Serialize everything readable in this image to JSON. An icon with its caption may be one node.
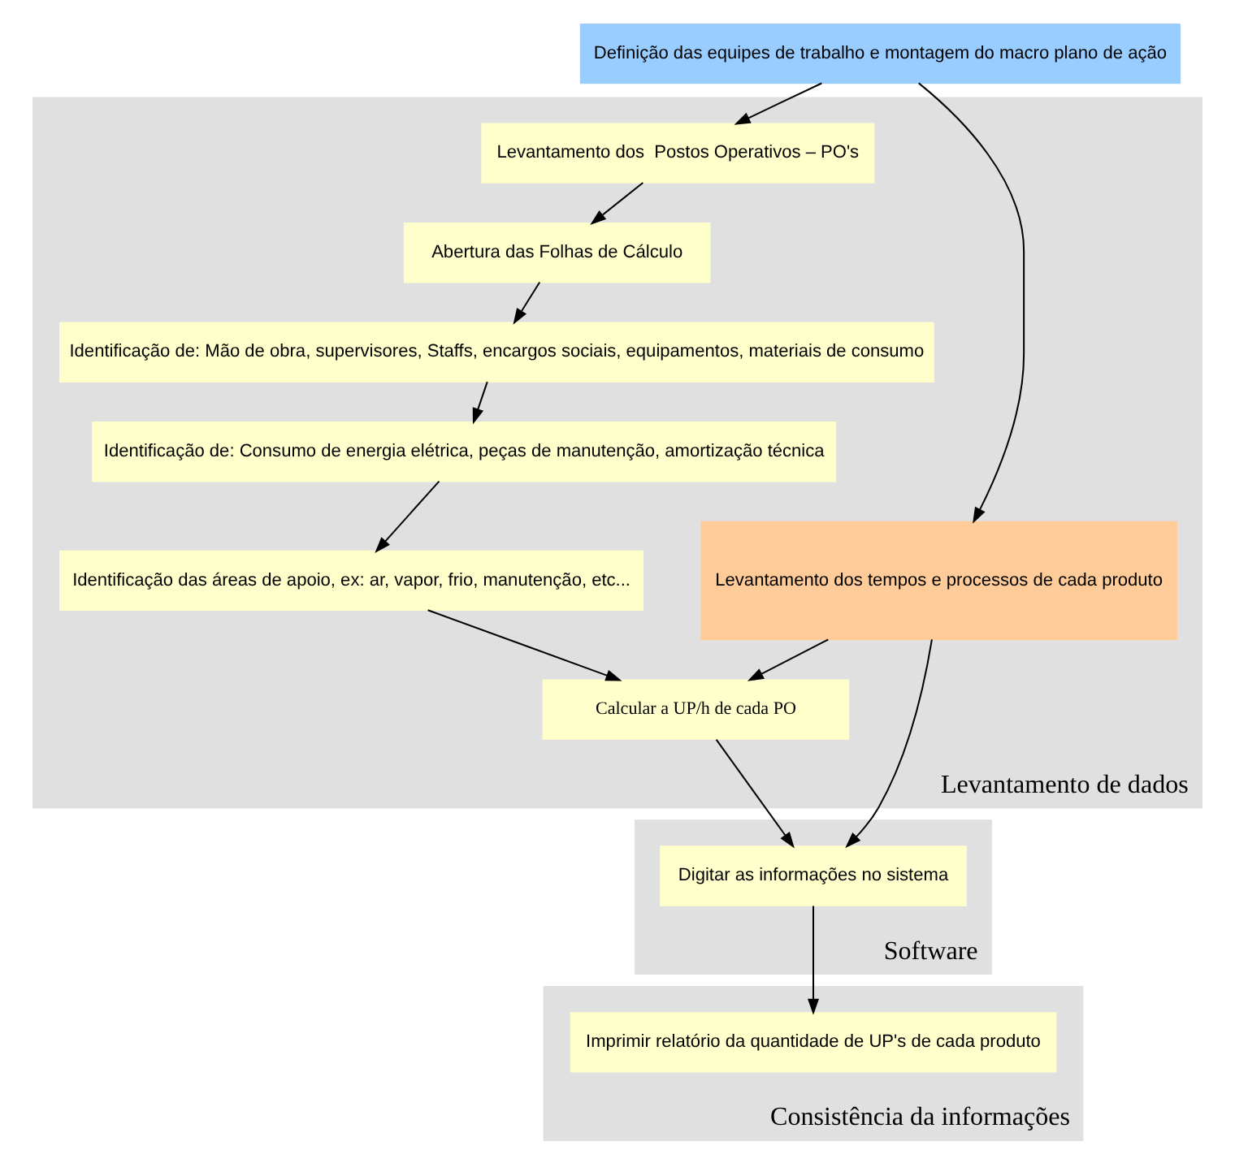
{
  "diagram": {
    "nodes": [
      {
        "text": [
          "Definição das equipes de trabalho e montagem do macro plano de ação"
        ]
      },
      {
        "text": [
          "Levantamento de dados"
        ]
      },
      {
        "text": [
          "Levantamento dos  Postos Operativos – PO's"
        ],
        "in": 1
      },
      {
        "text": [
          "Abertura das Folhas de Cálculo"
        ],
        "in": 1
      },
      {
        "text": [
          "Identificação de: Mão de obra, supervisores, Staffs, encargos sociais, equipamentos, materiais de consumo"
        ],
        "in": 1
      },
      {
        "text": [
          "Identificação de: Consumo de energia elétrica, peças de manutenção, amortização técnica"
        ],
        "in": 1
      },
      {
        "text": [
          "Identificação das áreas de apoio, ex: ar, vapor, frio, manutenção, etc..."
        ],
        "in": 1
      },
      {
        "text": [
          "Calcular a UP/h de cada PO"
        ],
        "in": 1
      },
      {
        "text": [
          "Levantamento dos tempos e processos de cada produto"
        ],
        "in": 1
      },
      {
        "text": [
          "Software"
        ]
      },
      {
        "text": [
          "Digitar as informações no sistema"
        ],
        "in": 9
      },
      {
        "text": [
          "Consistência da informações"
        ]
      },
      {
        "text": [
          "Imprimir relatório da quantidade de UP's de cada produto"
        ],
        "in": 11
      }
    ],
    "edges": [
      {
        "from": 0,
        "to": 2,
        "arrow": "to"
      },
      {
        "from": 0,
        "to": 8,
        "arrow": "to"
      },
      {
        "from": 2,
        "to": 3,
        "arrow": "to"
      },
      {
        "from": 3,
        "to": 4,
        "arrow": "to"
      },
      {
        "from": 4,
        "to": 5,
        "arrow": "to"
      },
      {
        "from": 5,
        "to": 6,
        "arrow": "to"
      },
      {
        "from": 6,
        "to": 7,
        "arrow": "to"
      },
      {
        "from": 8,
        "to": 7,
        "arrow": "to"
      },
      {
        "from": 7,
        "to": 10,
        "arrow": "to"
      },
      {
        "from": 8,
        "to": 10,
        "arrow": "to"
      },
      {
        "from": 10,
        "to": 12,
        "arrow": "to"
      }
    ]
  }
}
